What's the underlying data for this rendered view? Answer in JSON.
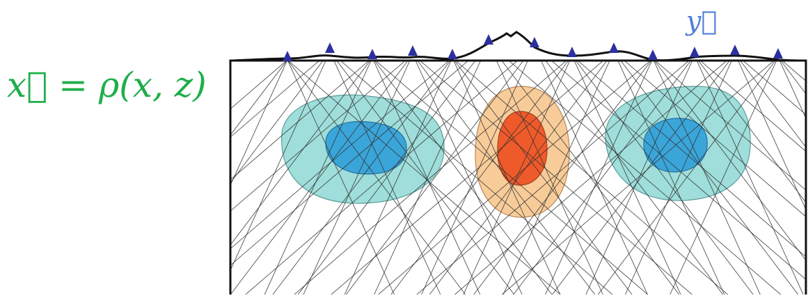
{
  "equation": {
    "text": "x⃗ = ρ(x, z)",
    "color": "#1fae4a"
  },
  "observation_label": {
    "text": "y⃗",
    "color": "#4f7ed8"
  },
  "colors": {
    "receiver": "#2c2f9e",
    "ray": "#333333",
    "border": "#111111",
    "low_velocity_outer": "#8ed8d4",
    "low_velocity_inner": "#2f9ed8",
    "high_velocity_outer": "#f7c78e",
    "high_velocity_inner": "#ef5a2a"
  },
  "receivers_count": 13,
  "anomalies": [
    {
      "type": "low",
      "label": ""
    },
    {
      "type": "high",
      "label": ""
    },
    {
      "type": "low",
      "label": ""
    }
  ]
}
